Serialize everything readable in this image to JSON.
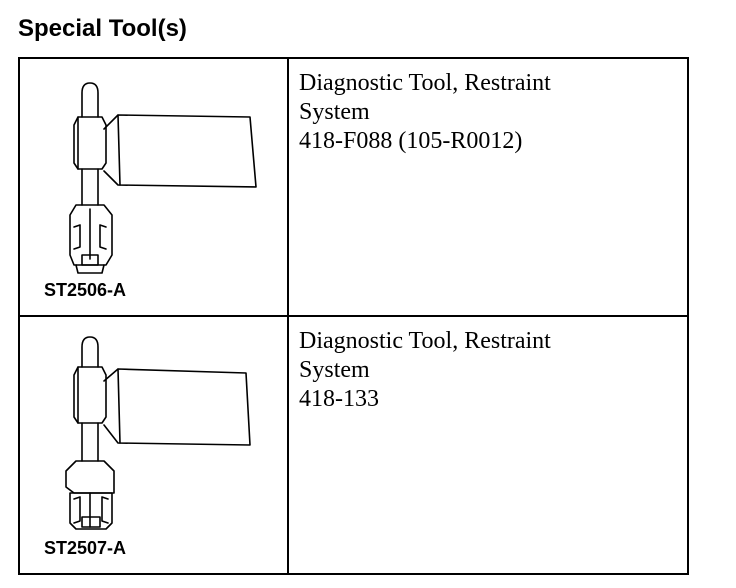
{
  "page": {
    "title": "Special Tool(s)"
  },
  "tools": [
    {
      "code": "ST2506-A",
      "name_line1": "Diagnostic Tool, Restraint",
      "name_line2": "System",
      "part_number": "418-F088 (105-R0012)",
      "illustration": "restraint-diagnostic-tool-icon"
    },
    {
      "code": "ST2507-A",
      "name_line1": "Diagnostic Tool, Restraint",
      "name_line2": "System",
      "part_number": "418-133",
      "illustration": "restraint-diagnostic-tool-icon"
    }
  ]
}
